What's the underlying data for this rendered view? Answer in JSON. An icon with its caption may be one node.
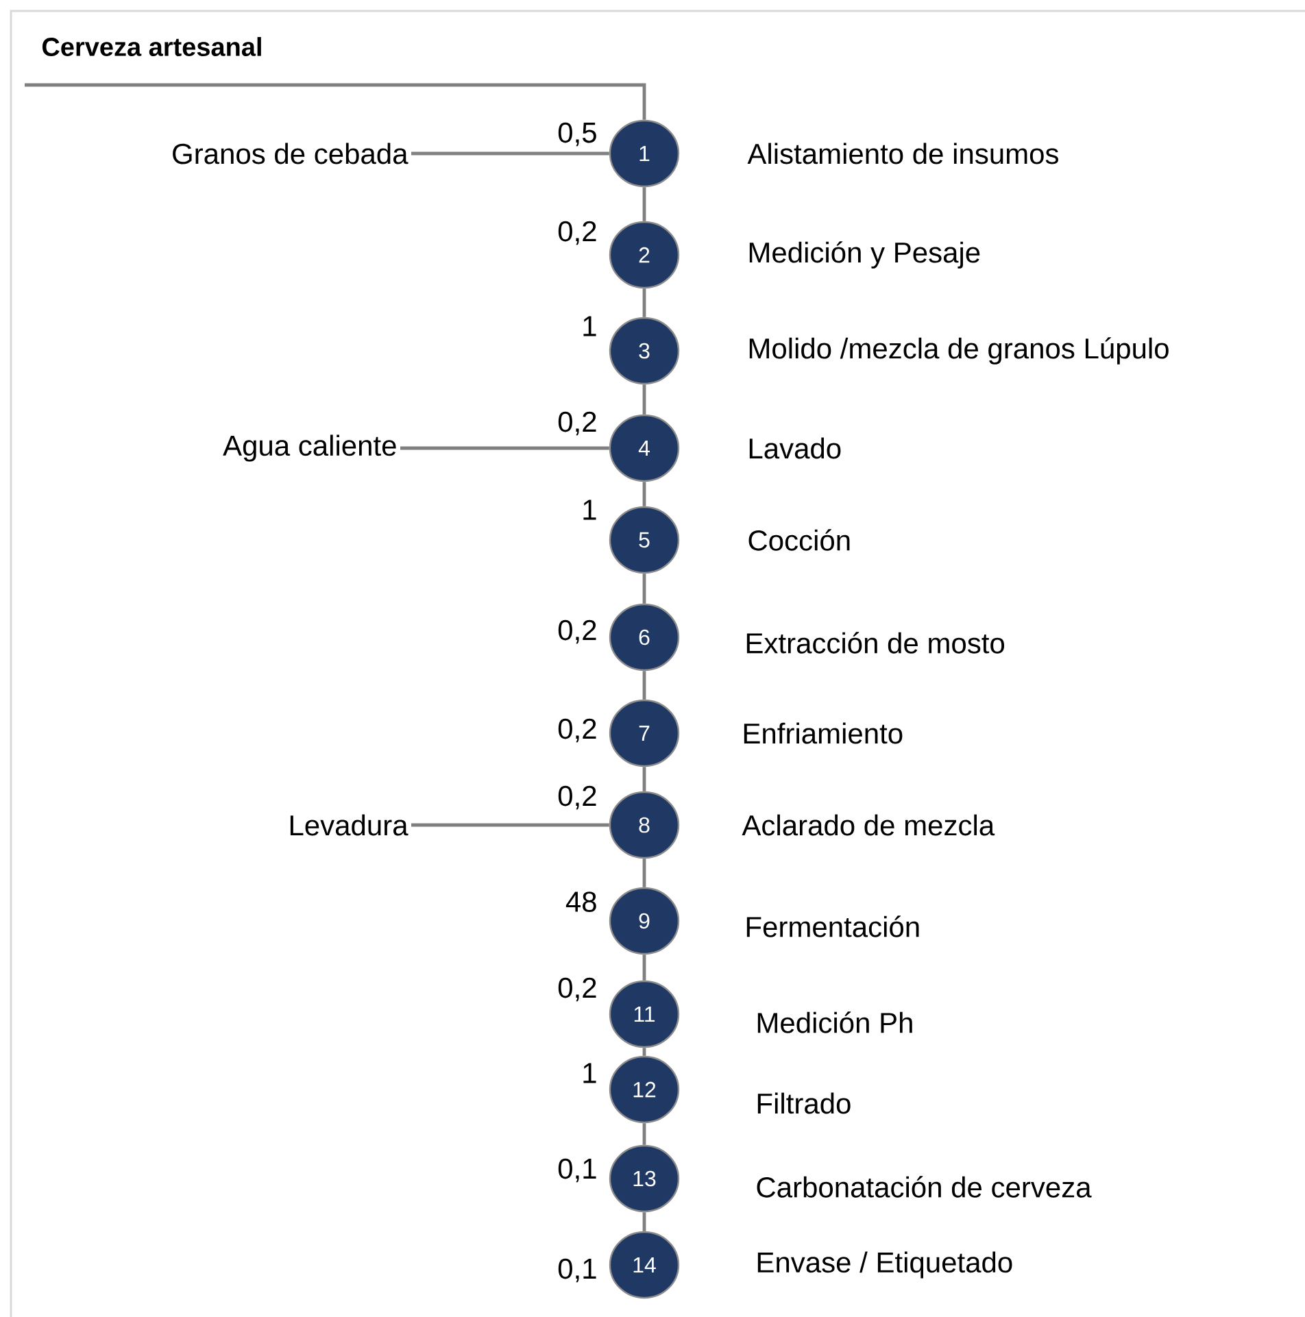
{
  "diagram": {
    "title": "Cerveza artesanal",
    "nodes": [
      {
        "text": [
          "1"
        ],
        "beside": [
          "0,5",
          "Alistamiento de insumos"
        ]
      },
      {
        "text": [
          "2"
        ],
        "beside": [
          "0,2",
          "Medición y Pesaje"
        ]
      },
      {
        "text": [
          "3"
        ],
        "beside": [
          "1",
          "Molido /mezcla de granos Lúpulo"
        ]
      },
      {
        "text": [
          "4"
        ],
        "beside": [
          "0,2",
          "Lavado"
        ]
      },
      {
        "text": [
          "5"
        ],
        "beside": [
          "1",
          "Cocción"
        ]
      },
      {
        "text": [
          "6"
        ],
        "beside": [
          "0,2",
          "Extracción de mosto"
        ]
      },
      {
        "text": [
          "7"
        ],
        "beside": [
          "0,2",
          "Enfriamiento"
        ]
      },
      {
        "text": [
          "8"
        ],
        "beside": [
          "0,2",
          "Aclarado de mezcla"
        ]
      },
      {
        "text": [
          "9"
        ],
        "beside": [
          "48",
          "Fermentación"
        ]
      },
      {
        "text": [
          "11"
        ],
        "beside": [
          "0,2",
          "Medición Ph"
        ]
      },
      {
        "text": [
          "12"
        ],
        "beside": [
          "1",
          "Filtrado"
        ]
      },
      {
        "text": [
          "13"
        ],
        "beside": [
          "0,1",
          "Carbonatación de cerveza"
        ]
      },
      {
        "text": [
          "14"
        ],
        "beside": [
          "0,1",
          "Envase / Etiquetado"
        ]
      },
      {
        "text": [
          "Granos de cebada"
        ]
      },
      {
        "text": [
          "Agua caliente"
        ]
      },
      {
        "text": [
          "Levadura"
        ]
      }
    ],
    "edges": [
      {
        "from": null,
        "to": 0,
        "arrow": "none"
      },
      {
        "from": 13,
        "to": 0,
        "arrow": "none"
      },
      {
        "from": 0,
        "to": 1,
        "arrow": "none"
      },
      {
        "from": 1,
        "to": 2,
        "arrow": "none"
      },
      {
        "from": 2,
        "to": 3,
        "arrow": "none"
      },
      {
        "from": 14,
        "to": 3,
        "arrow": "none"
      },
      {
        "from": 3,
        "to": 4,
        "arrow": "none"
      },
      {
        "from": 4,
        "to": 5,
        "arrow": "none"
      },
      {
        "from": 5,
        "to": 6,
        "arrow": "none"
      },
      {
        "from": 6,
        "to": 7,
        "arrow": "none"
      },
      {
        "from": 15,
        "to": 7,
        "arrow": "none"
      },
      {
        "from": 7,
        "to": 8,
        "arrow": "none"
      },
      {
        "from": 8,
        "to": 9,
        "arrow": "none"
      },
      {
        "from": 9,
        "to": 10,
        "arrow": "none"
      },
      {
        "from": 10,
        "to": 11,
        "arrow": "none"
      },
      {
        "from": 11,
        "to": 12,
        "arrow": "none"
      }
    ]
  }
}
